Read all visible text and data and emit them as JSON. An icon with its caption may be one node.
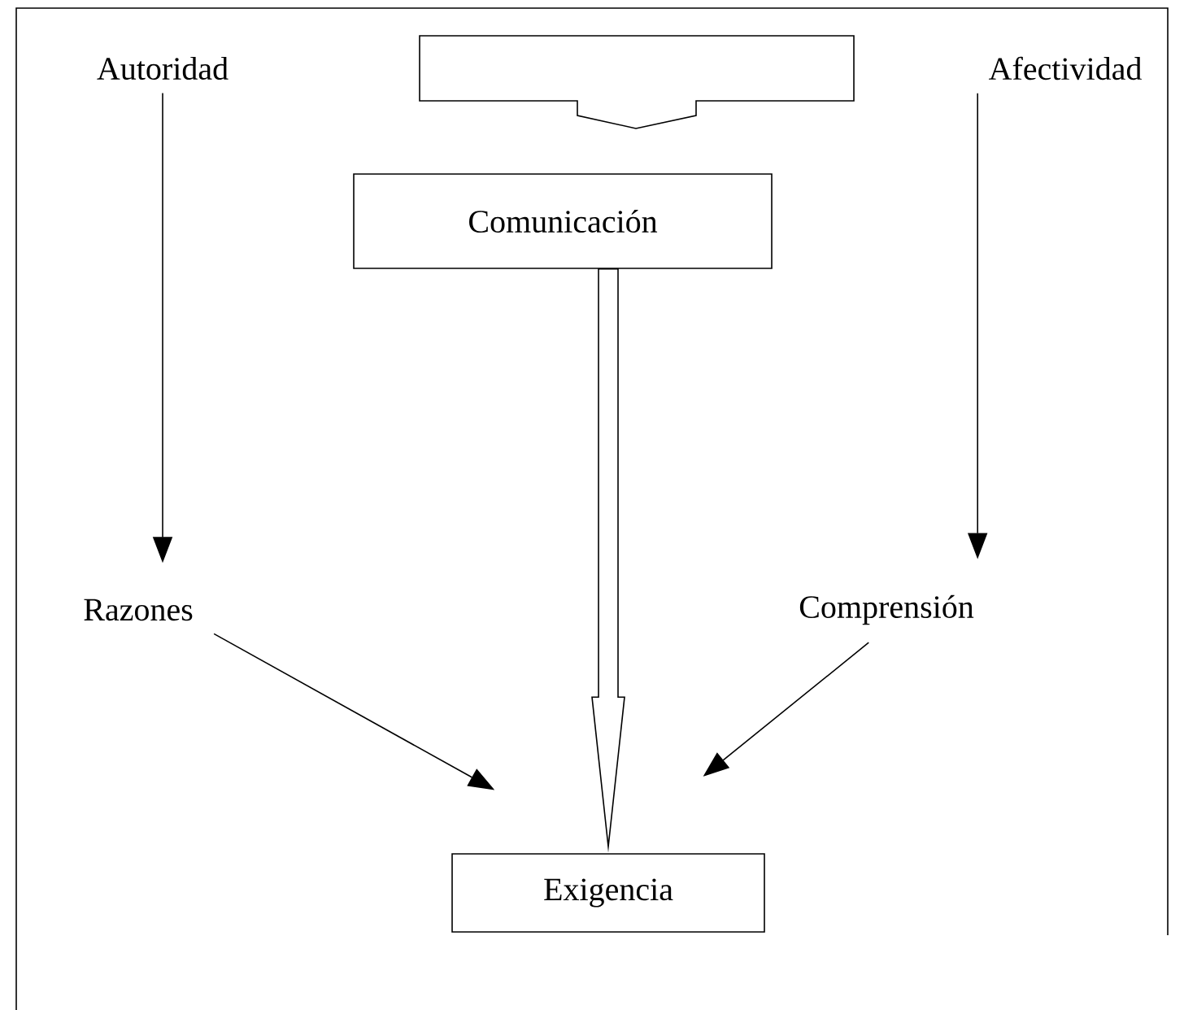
{
  "diagram": {
    "nodes": [
      {
        "text": [
          "Autoridad"
        ]
      },
      {
        "text": [
          "Afectividad"
        ]
      },
      {
        "text": [],
        "shape": "arrow"
      },
      {
        "text": [
          "Comunicación"
        ]
      },
      {
        "text": [
          "Razones"
        ]
      },
      {
        "text": [
          "Comprensión"
        ]
      },
      {
        "text": [
          "Exigencia"
        ]
      }
    ],
    "edges": [
      {
        "from": 0,
        "to": 4,
        "arrow": "to"
      },
      {
        "from": 1,
        "to": 5,
        "arrow": "to"
      },
      {
        "from": 3,
        "to": 6,
        "arrow": "to",
        "style": "thick"
      },
      {
        "from": 4,
        "to": 6,
        "arrow": "to"
      },
      {
        "from": 5,
        "to": 6,
        "arrow": "to"
      }
    ]
  }
}
